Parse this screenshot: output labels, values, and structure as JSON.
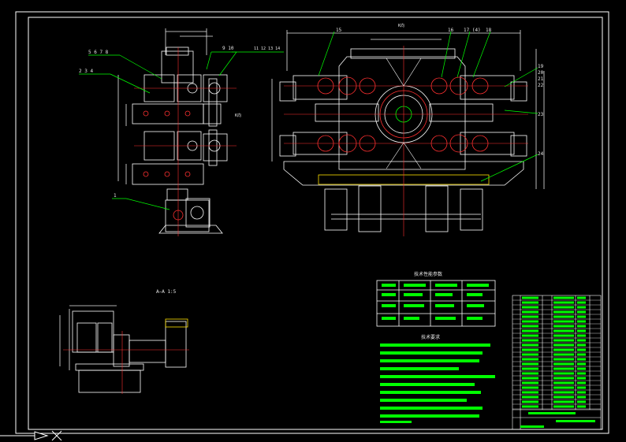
{
  "colors": {
    "background": "#000000",
    "outline": "#ffffff",
    "leader": "#00ff00",
    "centerline": "#ff3030",
    "dimension": "#e8e8e8",
    "text_block": "#00ff00",
    "accent_yellow": "#ffe000"
  },
  "labels": {
    "left_view_callouts": [
      "5 6 7 8",
      "2 3 4",
      "9 10",
      "11 12 13 14",
      "1"
    ],
    "main_view_callouts": [
      "15",
      "16",
      "17 (4)",
      "18",
      "19",
      "20",
      "21",
      "22",
      "23",
      "24"
    ],
    "view_k": "K向",
    "view_k_main": "K向",
    "section_aa": "A—A  1:5",
    "tech_params_title": "技术性能参数",
    "tech_req_title": "技术要求"
  },
  "symbols": {
    "projection_mark": "X"
  }
}
